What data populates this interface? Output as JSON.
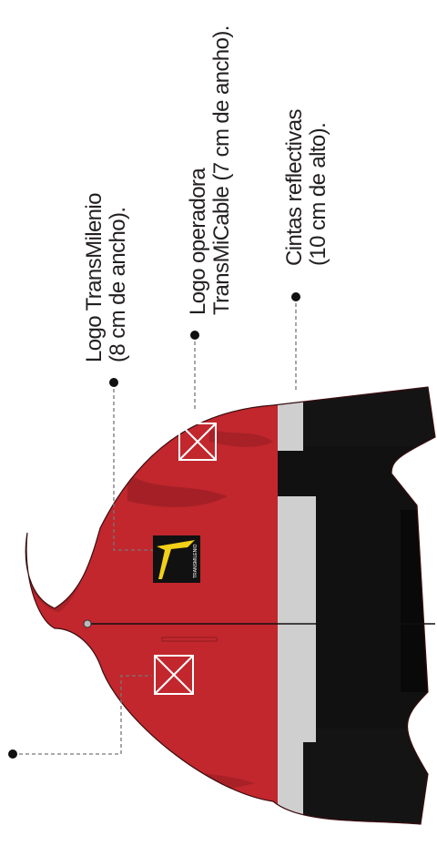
{
  "annotations": [
    {
      "id": "logo-transmilenio",
      "line1": "Logo TransMilenio",
      "line2": "(8 cm de ancho)."
    },
    {
      "id": "logo-operadora",
      "line1": "Logo operadora",
      "line2": "TransMiCable (7 cm de ancho)."
    },
    {
      "id": "cintas",
      "line1": "Cintas reflectivas",
      "line2": "(10 cm de alto)."
    }
  ],
  "badge": {
    "text": "TRANSMILENIO"
  },
  "colors": {
    "jacket_red": "#c1272d",
    "jacket_dark_red": "#8e1b20",
    "jacket_black": "#111111",
    "reflective": "#cfcfcf",
    "logo_yellow": "#f2d019",
    "leader": "#777777",
    "text": "#231f20"
  }
}
